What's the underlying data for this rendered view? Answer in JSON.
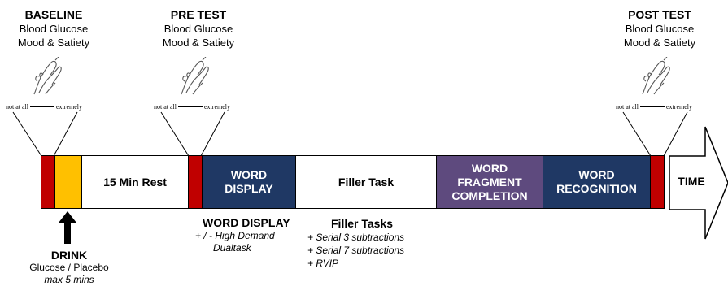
{
  "checkpoints": [
    {
      "title": "BASELINE",
      "line1": "Blood Glucose",
      "line2": "Mood & Satiety"
    },
    {
      "title": "PRE TEST",
      "line1": "Blood Glucose",
      "line2": "Mood & Satiety"
    },
    {
      "title": "POST TEST",
      "line1": "Blood Glucose",
      "line2": "Mood & Satiety"
    }
  ],
  "scale": {
    "low": "not at all",
    "high": "extremely"
  },
  "timeline": {
    "rest": "15 Min Rest",
    "word_display": "WORD DISPLAY",
    "filler": "Filler Task",
    "fragment": "WORD FRAGMENT COMPLETION",
    "recognition": "WORD RECOGNITION",
    "time": "TIME"
  },
  "colors": {
    "red": "#c00000",
    "yellow": "#ffc000",
    "navy": "#1f3864",
    "purple": "#5e4a7e"
  },
  "drink": {
    "title": "DRINK",
    "line1": "Glucose / Placebo",
    "line2": "max 5 mins"
  },
  "word_display_note": {
    "title": "WORD DISPLAY",
    "line1": "+ / - High Demand",
    "line2": "Dualtask"
  },
  "filler_note": {
    "title": "Filler Tasks",
    "items": [
      "+ Serial 3 subtractions",
      "+ Serial 7 subtractions",
      "+ RVIP"
    ]
  }
}
